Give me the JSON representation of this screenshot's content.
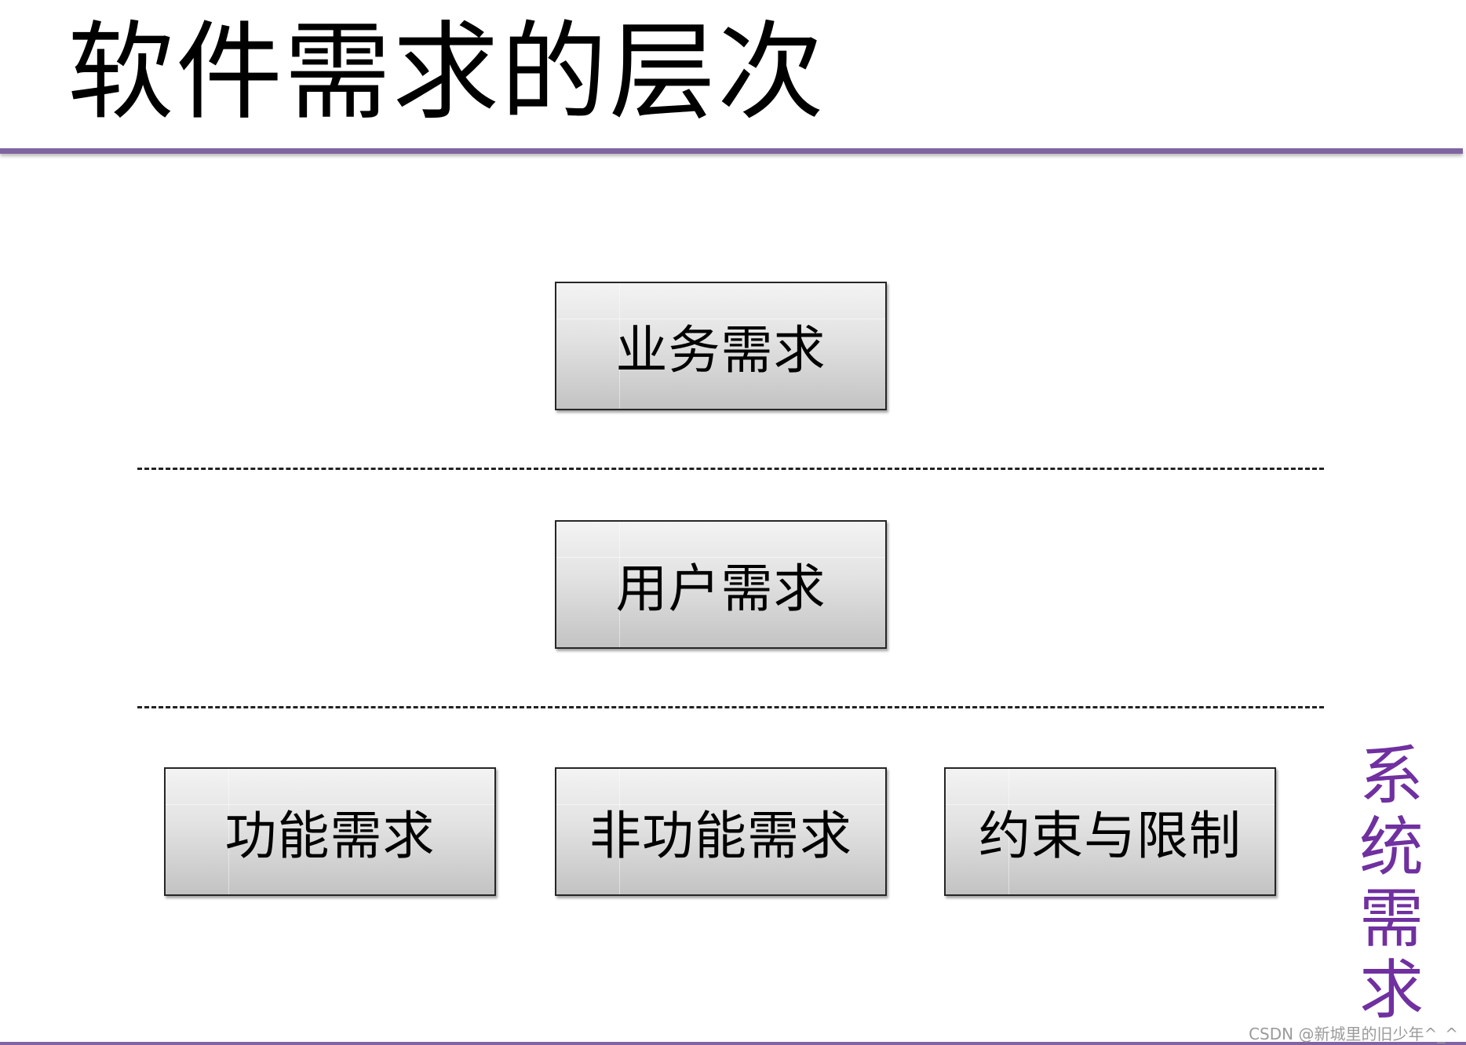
{
  "slide": {
    "title": "软件需求的层次",
    "accent_color": "#8064a2",
    "side_label_color": "#7030a0"
  },
  "levels": [
    {
      "boxes": [
        {
          "label": "业务需求"
        }
      ]
    },
    {
      "boxes": [
        {
          "label": "用户需求"
        }
      ]
    },
    {
      "boxes": [
        {
          "label": "功能需求"
        },
        {
          "label": "非功能需求"
        },
        {
          "label": "约束与限制"
        }
      ]
    }
  ],
  "side_label": {
    "chars": [
      "系",
      "统",
      "需",
      "求"
    ]
  },
  "watermark": {
    "text": "CSDN @新城里的旧少年^_^"
  }
}
